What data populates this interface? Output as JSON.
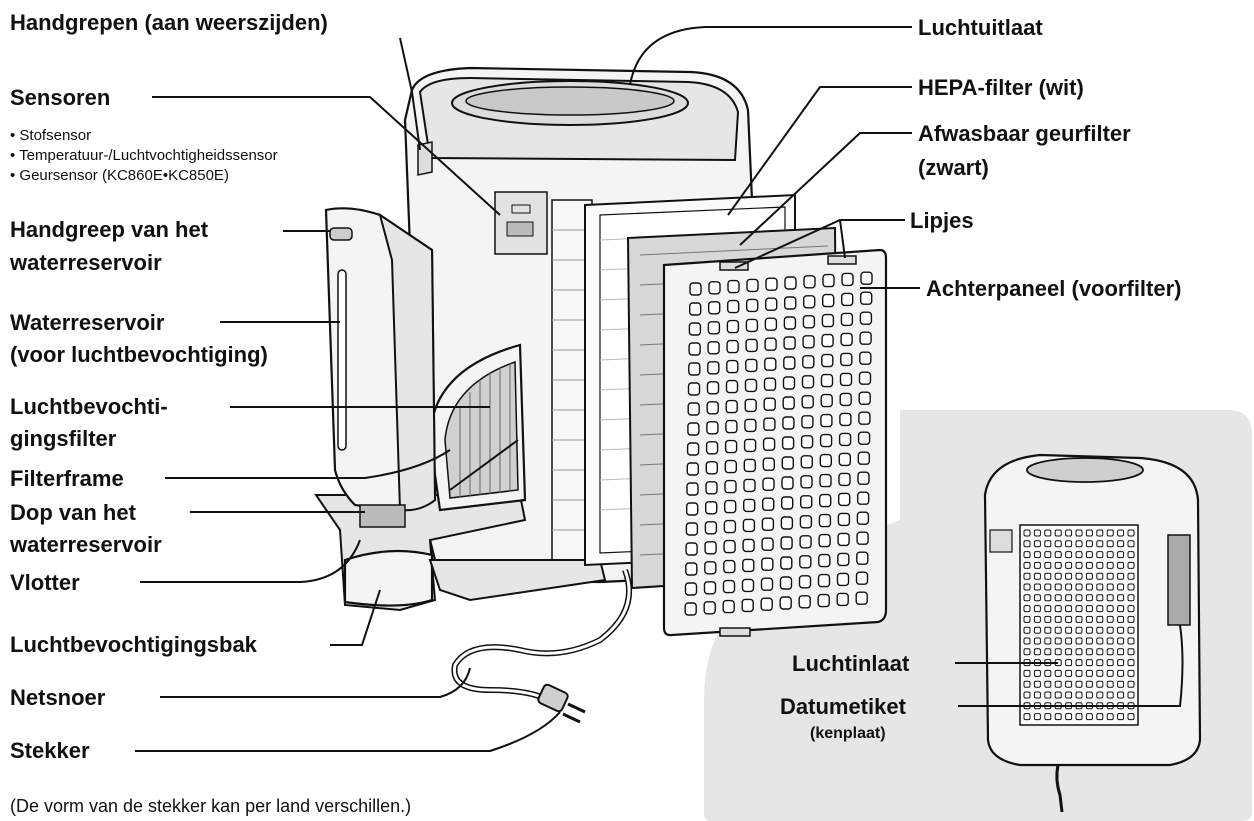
{
  "labels": {
    "handles": "Handgrepen (aan weerszijden)",
    "sensors": "Sensoren",
    "sensor_items": [
      "• Stofsensor",
      "• Temperatuur-/Luchtvochtigheidssensor",
      "• Geursensor (KC860E•KC850E)"
    ],
    "tank_handle_1": "Handgreep van het",
    "tank_handle_2": "waterreservoir",
    "tank_1": "Waterreservoir",
    "tank_2": "(voor luchtbevochtiging)",
    "humid_filter_1": "Luchtbevochti-",
    "humid_filter_2": "gingsfilter",
    "filter_frame": "Filterframe",
    "tank_cap_1": "Dop van het",
    "tank_cap_2": "waterreservoir",
    "float": "Vlotter",
    "tray": "Luchtbevochtigingsbak",
    "cord": "Netsnoer",
    "plug": "Stekker",
    "note": "(De vorm van de stekker kan per land verschillen.)",
    "air_outlet": "Luchtuitlaat",
    "hepa": "HEPA-filter (wit)",
    "odor_1": "Afwasbaar geurfilter",
    "odor_2": "(zwart)",
    "tabs": "Lipjes",
    "back_panel": "Achterpaneel (voorfilter)",
    "air_inlet": "Luchtinlaat",
    "date_label_1": "Datumetiket",
    "date_label_2": "(kenplaat)"
  },
  "colors": {
    "inset_bg": "#e8e8e8",
    "line": "#111111",
    "body": "#f4f4f4"
  }
}
